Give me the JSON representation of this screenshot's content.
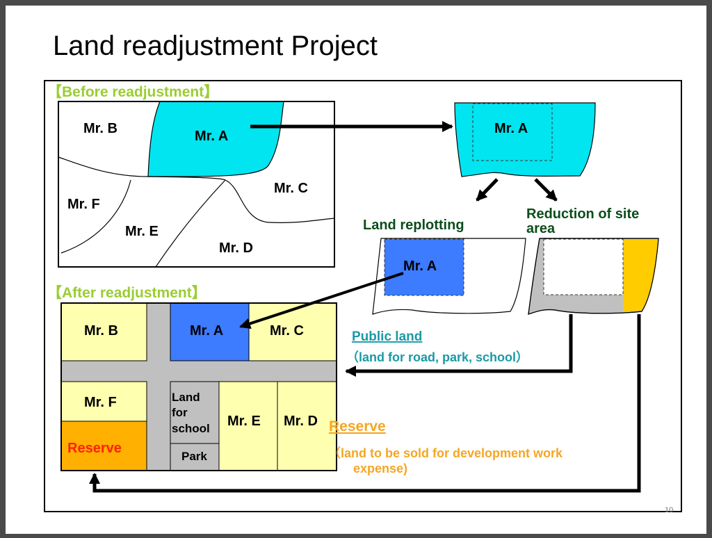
{
  "title": "Land readjustment Project",
  "before_label": "【Before readjustment】",
  "after_label": "【After readjustment】",
  "before_parcels": {
    "a": "Mr. A",
    "b": "Mr. B",
    "c": "Mr. C",
    "d": "Mr. D",
    "e": "Mr. E",
    "f": "Mr. F"
  },
  "extracted_parcel": "Mr. A",
  "land_replotting": {
    "label": "Land replotting",
    "parcel": "Mr. A"
  },
  "reduction": {
    "line1": "Reduction of site",
    "line2": "area"
  },
  "after_parcels": {
    "b": "Mr. B",
    "a": "Mr. A",
    "c": "Mr. C",
    "f": "Mr. F",
    "e": "Mr. E",
    "d": "Mr. D",
    "school_line1": "Land",
    "school_line2": "for",
    "school_line3": "school",
    "park": "Park",
    "reserve": "Reserve"
  },
  "public_land": {
    "title": "Public land",
    "desc": "（land for road, park, school）"
  },
  "reserve_note": {
    "title": "Reserve",
    "desc_line1": "（land to be sold for development work",
    "desc_line2": "expense)"
  },
  "page_number": "10",
  "colors": {
    "cyan": "#00e5f0",
    "blue": "#3d7bff",
    "yellow_lot": "#ffffb0",
    "road_gray": "#c0c0c0",
    "reserve_orange": "#ffb000",
    "reserve_text": "#ff2200",
    "reduction_yellow": "#ffcc00",
    "section_label": "#9acd32",
    "dark_green": "#0b4d1b",
    "teal": "#1a9aa6",
    "orange_text": "#f5a623"
  }
}
